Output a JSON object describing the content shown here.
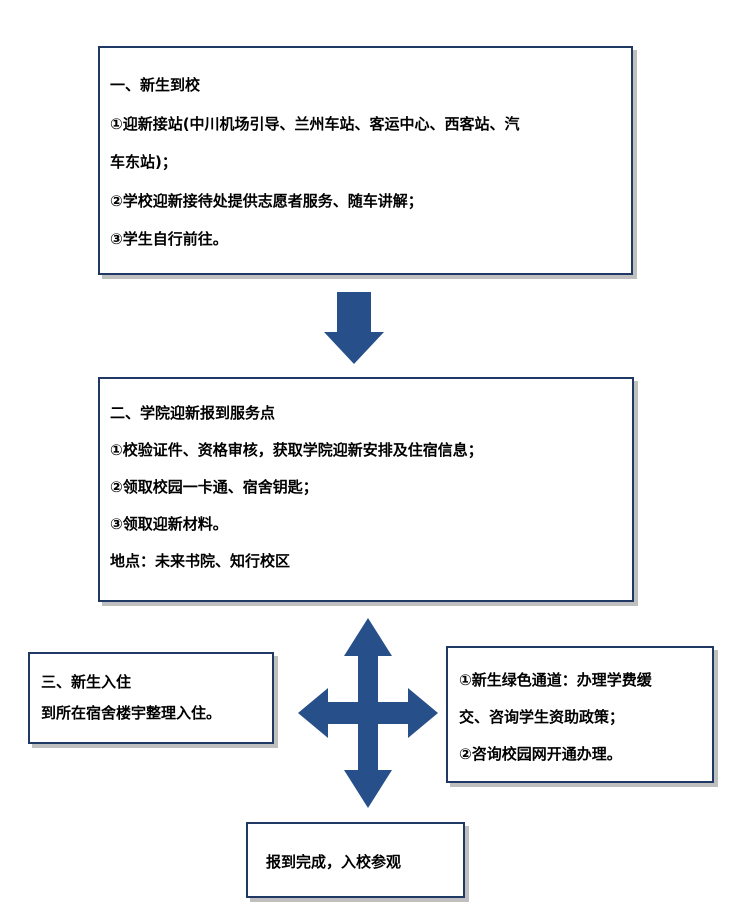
{
  "colors": {
    "box_border": "#1f3864",
    "arrow_fill": "#27508a",
    "shadow": "#bfbfbf"
  },
  "step1": {
    "title": "一、新生到校",
    "items": [
      "①迎新接站(中川机场引导、兰州车站、客运中心、西客站、汽",
      "车东站)；",
      "②学校迎新接待处提供志愿者服务、随车讲解；",
      "③学生自行前往。"
    ]
  },
  "step2": {
    "title": "二、学院迎新报到服务点",
    "items": [
      "①校验证件、资格审核，获取学院迎新安排及住宿信息；",
      "②领取校园一卡通、宿舍钥匙；",
      "③领取迎新材料。",
      "地点：未来书院、知行校区"
    ]
  },
  "step3": {
    "title": "三、新生入住",
    "items": [
      "到所在宿舍楼宇整理入住。"
    ]
  },
  "side_services": {
    "items": [
      "①新生绿色通道：办理学费缓",
      "交、咨询学生资助政策；",
      "②咨询校园网开通办理。"
    ]
  },
  "final": {
    "text": "报到完成，入校参观"
  },
  "icons": {
    "down_arrow": "down-arrow-icon",
    "cross_arrow": "four-way-arrow-icon"
  }
}
